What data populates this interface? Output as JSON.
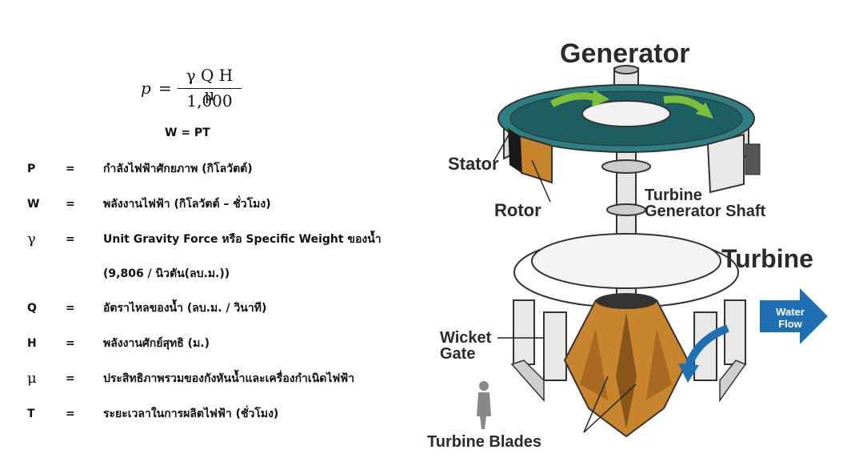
{
  "formula": {
    "lhs": "p",
    "eq": "=",
    "numerator": "γ Q H μ",
    "denominator": "1,000"
  },
  "formula2": "W = PT",
  "definitions": [
    {
      "symbol": "P",
      "eq": "=",
      "text": "กำลังไฟฟ้าศักยภาพ (กิโลวัตต์)"
    },
    {
      "symbol": "W",
      "eq": "=",
      "text": "พลังงานไฟฟ้า (กิโลวัตต์ – ชั่วโมง)"
    },
    {
      "symbol": "γ",
      "eq": "=",
      "text": "Unit Gravity Force หรือ Specific Weight ของน้ำ"
    },
    {
      "symbol": "",
      "eq": "",
      "text": "(9,806 / นิวตัน(ลบ.ม.))"
    },
    {
      "symbol": "Q",
      "eq": "=",
      "text": "อัตราไหลของน้ำ (ลบ.ม. / วินาที)"
    },
    {
      "symbol": "H",
      "eq": "=",
      "text": "พลังงานศักย์สุทธิ (ม.)"
    },
    {
      "symbol": "μ",
      "eq": "=",
      "text": "ประสิทธิภาพรวมของกังหันน้ำและเครื่องกำเนิดไฟฟ้า"
    },
    {
      "symbol": "T",
      "eq": "=",
      "text": "ระยะเวลาในการผลิตไฟฟ้า (ชั่วโมง)"
    }
  ],
  "diagram": {
    "generator": "Generator",
    "stator": "Stator",
    "rotor": "Rotor",
    "shaft_line1": "Turbine",
    "shaft_line2": "Generator Shaft",
    "turbine": "Turbine",
    "water_line1": "Water",
    "water_line2": "Flow",
    "wicket_line1": "Wicket",
    "wicket_line2": "Gate",
    "blades": "Turbine Blades"
  },
  "colors": {
    "accent_blue": "#1f6fb2",
    "rotor_orange": "#c8852e",
    "stator_teal": "#2e7f83",
    "arrow_green": "#7dbf3a"
  }
}
